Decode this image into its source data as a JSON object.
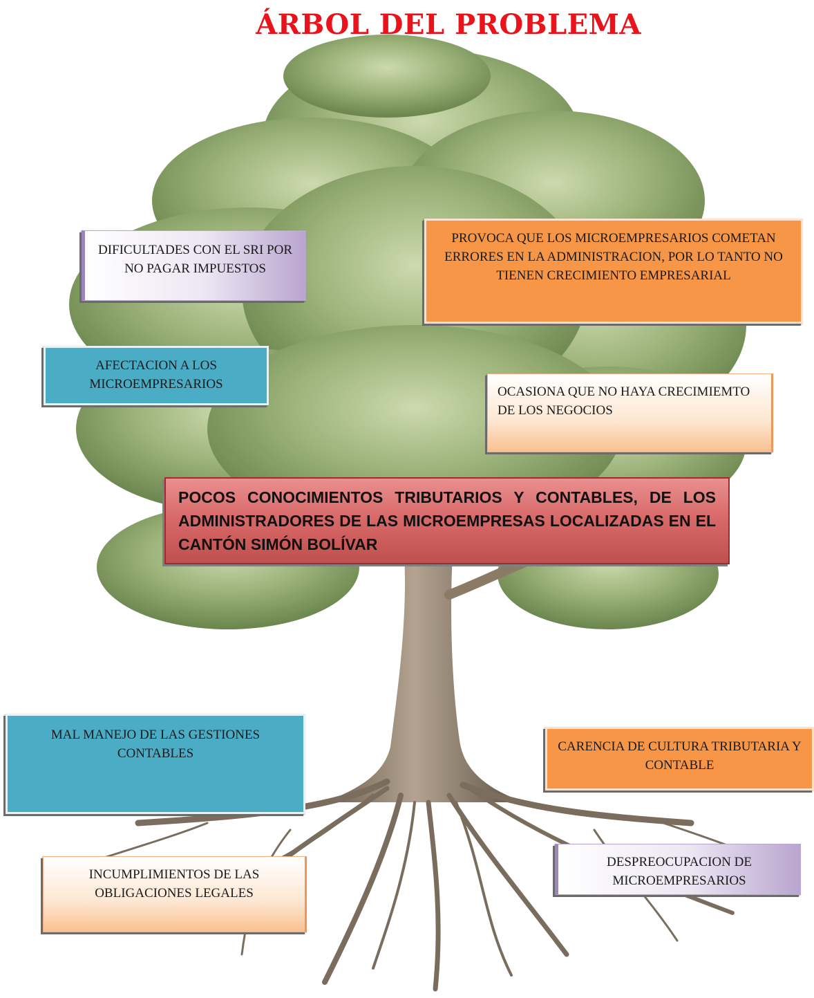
{
  "title": "ÁRBOL DEL PROBLEMA",
  "center_problem": "POCOS CONOCIMIENTOS TRIBUTARIOS Y CONTABLES, DE LOS ADMINISTRADORES DE LAS MICROEMPRESAS LOCALIZADAS EN EL CANTÓN SIMÓN BOLÍVAR",
  "effects": {
    "sri": "DIFICULTADES CON EL SRI POR NO PAGAR IMPUESTOS",
    "provoca": "PROVOCA QUE LOS MICROEMPRESARIOS COMETAN ERRORES EN LA ADMINISTRACION, POR LO TANTO NO TIENEN CRECIMIENTO EMPRESARIAL",
    "afectacion": "AFECTACION A LOS MICROEMPRESARIOS",
    "ocasiona": "OCASIONA QUE NO HAYA CRECIMIEMTO DE  LOS NEGOCIOS"
  },
  "causes": {
    "mal_manejo": "MAL MANEJO DE LAS GESTIONES CONTABLES",
    "carencia": "CARENCIA DE  CULTURA TRIBUTARIA Y CONTABLE",
    "incumplimientos": "INCUMPLIMIENTOS DE LAS OBLIGACIONES LEGALES",
    "despreocupacion": "DESPREOCUPACION DE MICROEMPRESARIOS"
  },
  "colors": {
    "title": "#e8131b",
    "teal": "#4bacc6",
    "orange": "#f79646",
    "purple": "#b9a5cf",
    "peach": "#fac090",
    "center": "#c0504d",
    "foliage": "#6f8f4e",
    "trunk": "#8a7a66"
  }
}
